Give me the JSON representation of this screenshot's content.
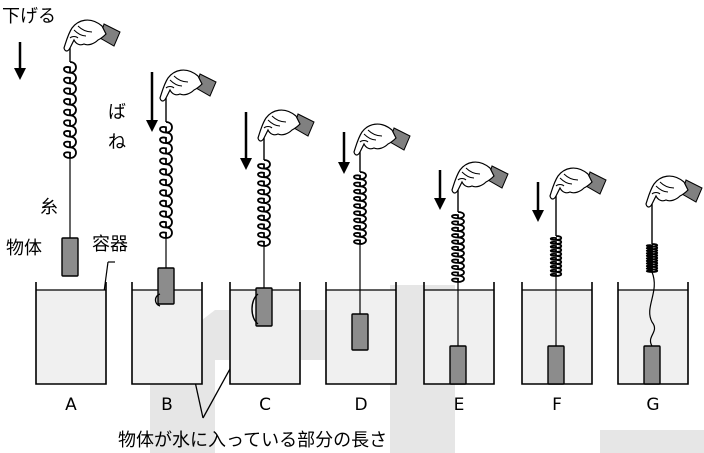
{
  "labels": {
    "lower": "下げる",
    "spring": "ばね",
    "thread": "糸",
    "object": "物体",
    "container": "容器",
    "water": "水",
    "submerged_length": "物体が水に入っている部分の長さ"
  },
  "panels": [
    {
      "id": "A"
    },
    {
      "id": "B"
    },
    {
      "id": "C"
    },
    {
      "id": "D"
    },
    {
      "id": "E"
    },
    {
      "id": "F"
    },
    {
      "id": "G"
    }
  ],
  "colors": {
    "water": "#f0f0f0",
    "object": "#8c8c8c",
    "background_arrow": "#e6e6e6",
    "glove": "#808080"
  }
}
